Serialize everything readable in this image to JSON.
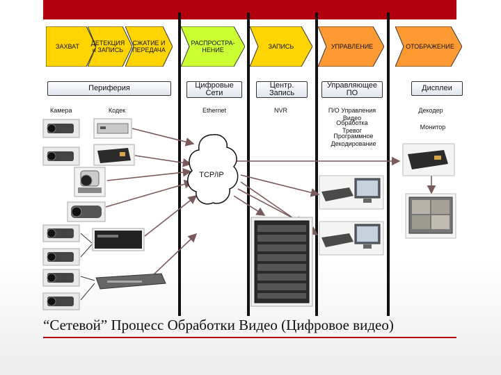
{
  "colors": {
    "accent": "#b30010",
    "yellow": "#ffd400",
    "green": "#ccff33",
    "orange": "#ff9a33",
    "lane": "#111111",
    "arrow": "#7a5a5a"
  },
  "stages": [
    {
      "label": "ЗАХВАТ"
    },
    {
      "label": "ДЕТЕКЦИЯ и ЗАПИСЬ"
    },
    {
      "label": "СЖАТИЕ И ПЕРЕДАЧА"
    },
    {
      "label": "РАСПРОСТРА-НЕНИЕ"
    },
    {
      "label": "ЗАПИСЬ"
    },
    {
      "label": "УПРАВЛЕНИЕ"
    },
    {
      "label": "ОТОБРАЖЕНИЕ"
    }
  ],
  "categories": [
    {
      "label": "Периферия"
    },
    {
      "label": "Цифровые Сети"
    },
    {
      "label": "Центр. Запись"
    },
    {
      "label": "Управляющее ПО"
    },
    {
      "label": "Дисплеи"
    }
  ],
  "labels": {
    "camera": "Камера",
    "codec": "Кодек",
    "ethernet": "Ethernet",
    "nvr": "NVR",
    "vms": "П/О Управления Видео",
    "alarm": "Обработка Тревог",
    "softdecode": "Программное Декодирование",
    "decoder": "Декодер",
    "monitor": "Монитор"
  },
  "network": {
    "label": "TCP/IP"
  },
  "title": "“Сетевой” Процесс Обработки Видео (Цифровое видео)"
}
